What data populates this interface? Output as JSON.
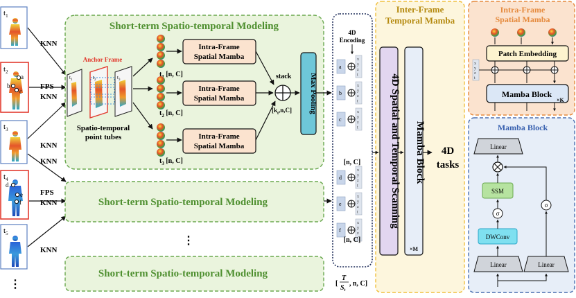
{
  "colors": {
    "green_dash": "#6aa84f",
    "green_fill": "#eaf4dd",
    "green_text": "#4e8f2f",
    "orange_box": "#fbe3cf",
    "orange_dash": "#e58a3d",
    "yellow_dash": "#f0c040",
    "yellow_fill": "#fdf6dd",
    "blue_dash": "#4a6fb0",
    "blue_fill": "#e7eef8",
    "purple_fill": "#e2d6f0",
    "navy": "#1f2d5a",
    "anchor_red": "#e23a2e"
  },
  "frames": {
    "t1": "t",
    "t1s": "1",
    "t2": "t",
    "t2s": "2",
    "t3": "t",
    "t3s": "3",
    "t4": "t",
    "t4s": "4",
    "t5": "t",
    "t5s": "5",
    "pt_a": "a",
    "pt_b": "b",
    "pt_c": "c",
    "pt_d": "d",
    "pt_e": "e",
    "pt_f": "f",
    "vdots": "⋮"
  },
  "edge_labels": {
    "knn": "KNN",
    "fps": "FPS"
  },
  "short_term": {
    "title": "Short-term Spatio-temporal Modeling",
    "anchor_frame": "Anchor Frame",
    "tubes_line1": "Spatio-temporal",
    "tubes_line2": "point tubes",
    "intra_line1": "Intra-Frame",
    "intra_line2": "Spatial Mamba",
    "dim": "[n, C]",
    "t": "t",
    "s1": "1",
    "s2": "2",
    "s3": "3",
    "stack": "stack",
    "stack_dim": "[k",
    "stack_sub": "t",
    "stack_dim_end": ",n,C]",
    "max_pooling": "Max Pooling",
    "vdots": "⋮"
  },
  "encoding": {
    "title_line1": "4D",
    "title_line2": "Encoding",
    "xyzt": [
      "x",
      "y",
      "z",
      "t"
    ],
    "items": [
      "a",
      "b",
      "c",
      "d",
      "e",
      "f"
    ],
    "dim": "[n, C]",
    "bottom_pre": "[",
    "bottom_T": "T",
    "bottom_S": "S",
    "bottom_sub": "t",
    "bottom_post": ", n, C]"
  },
  "inter_frame": {
    "title_line1": "Inter-Frame",
    "title_line2": "Temporal Mamba",
    "scan": "4D Spatial and Temporal Scanning",
    "mamba_block": "Mamba Block",
    "times_m": "×M"
  },
  "tasks": {
    "line1": "4D",
    "line2": "tasks"
  },
  "intra_panel": {
    "title_line1": "Intra-Frame",
    "title_line2": "Spatial Mamba",
    "patch": "Patch Embedding",
    "mamba": "Mamba Block",
    "times_k": "×K",
    "xyzt": [
      "x",
      "y",
      "z",
      "t"
    ]
  },
  "mamba_panel": {
    "title": "Mamba Block",
    "linear": "Linear",
    "ssm": "SSM",
    "dwconv": "DWConv",
    "sigma": "σ"
  }
}
